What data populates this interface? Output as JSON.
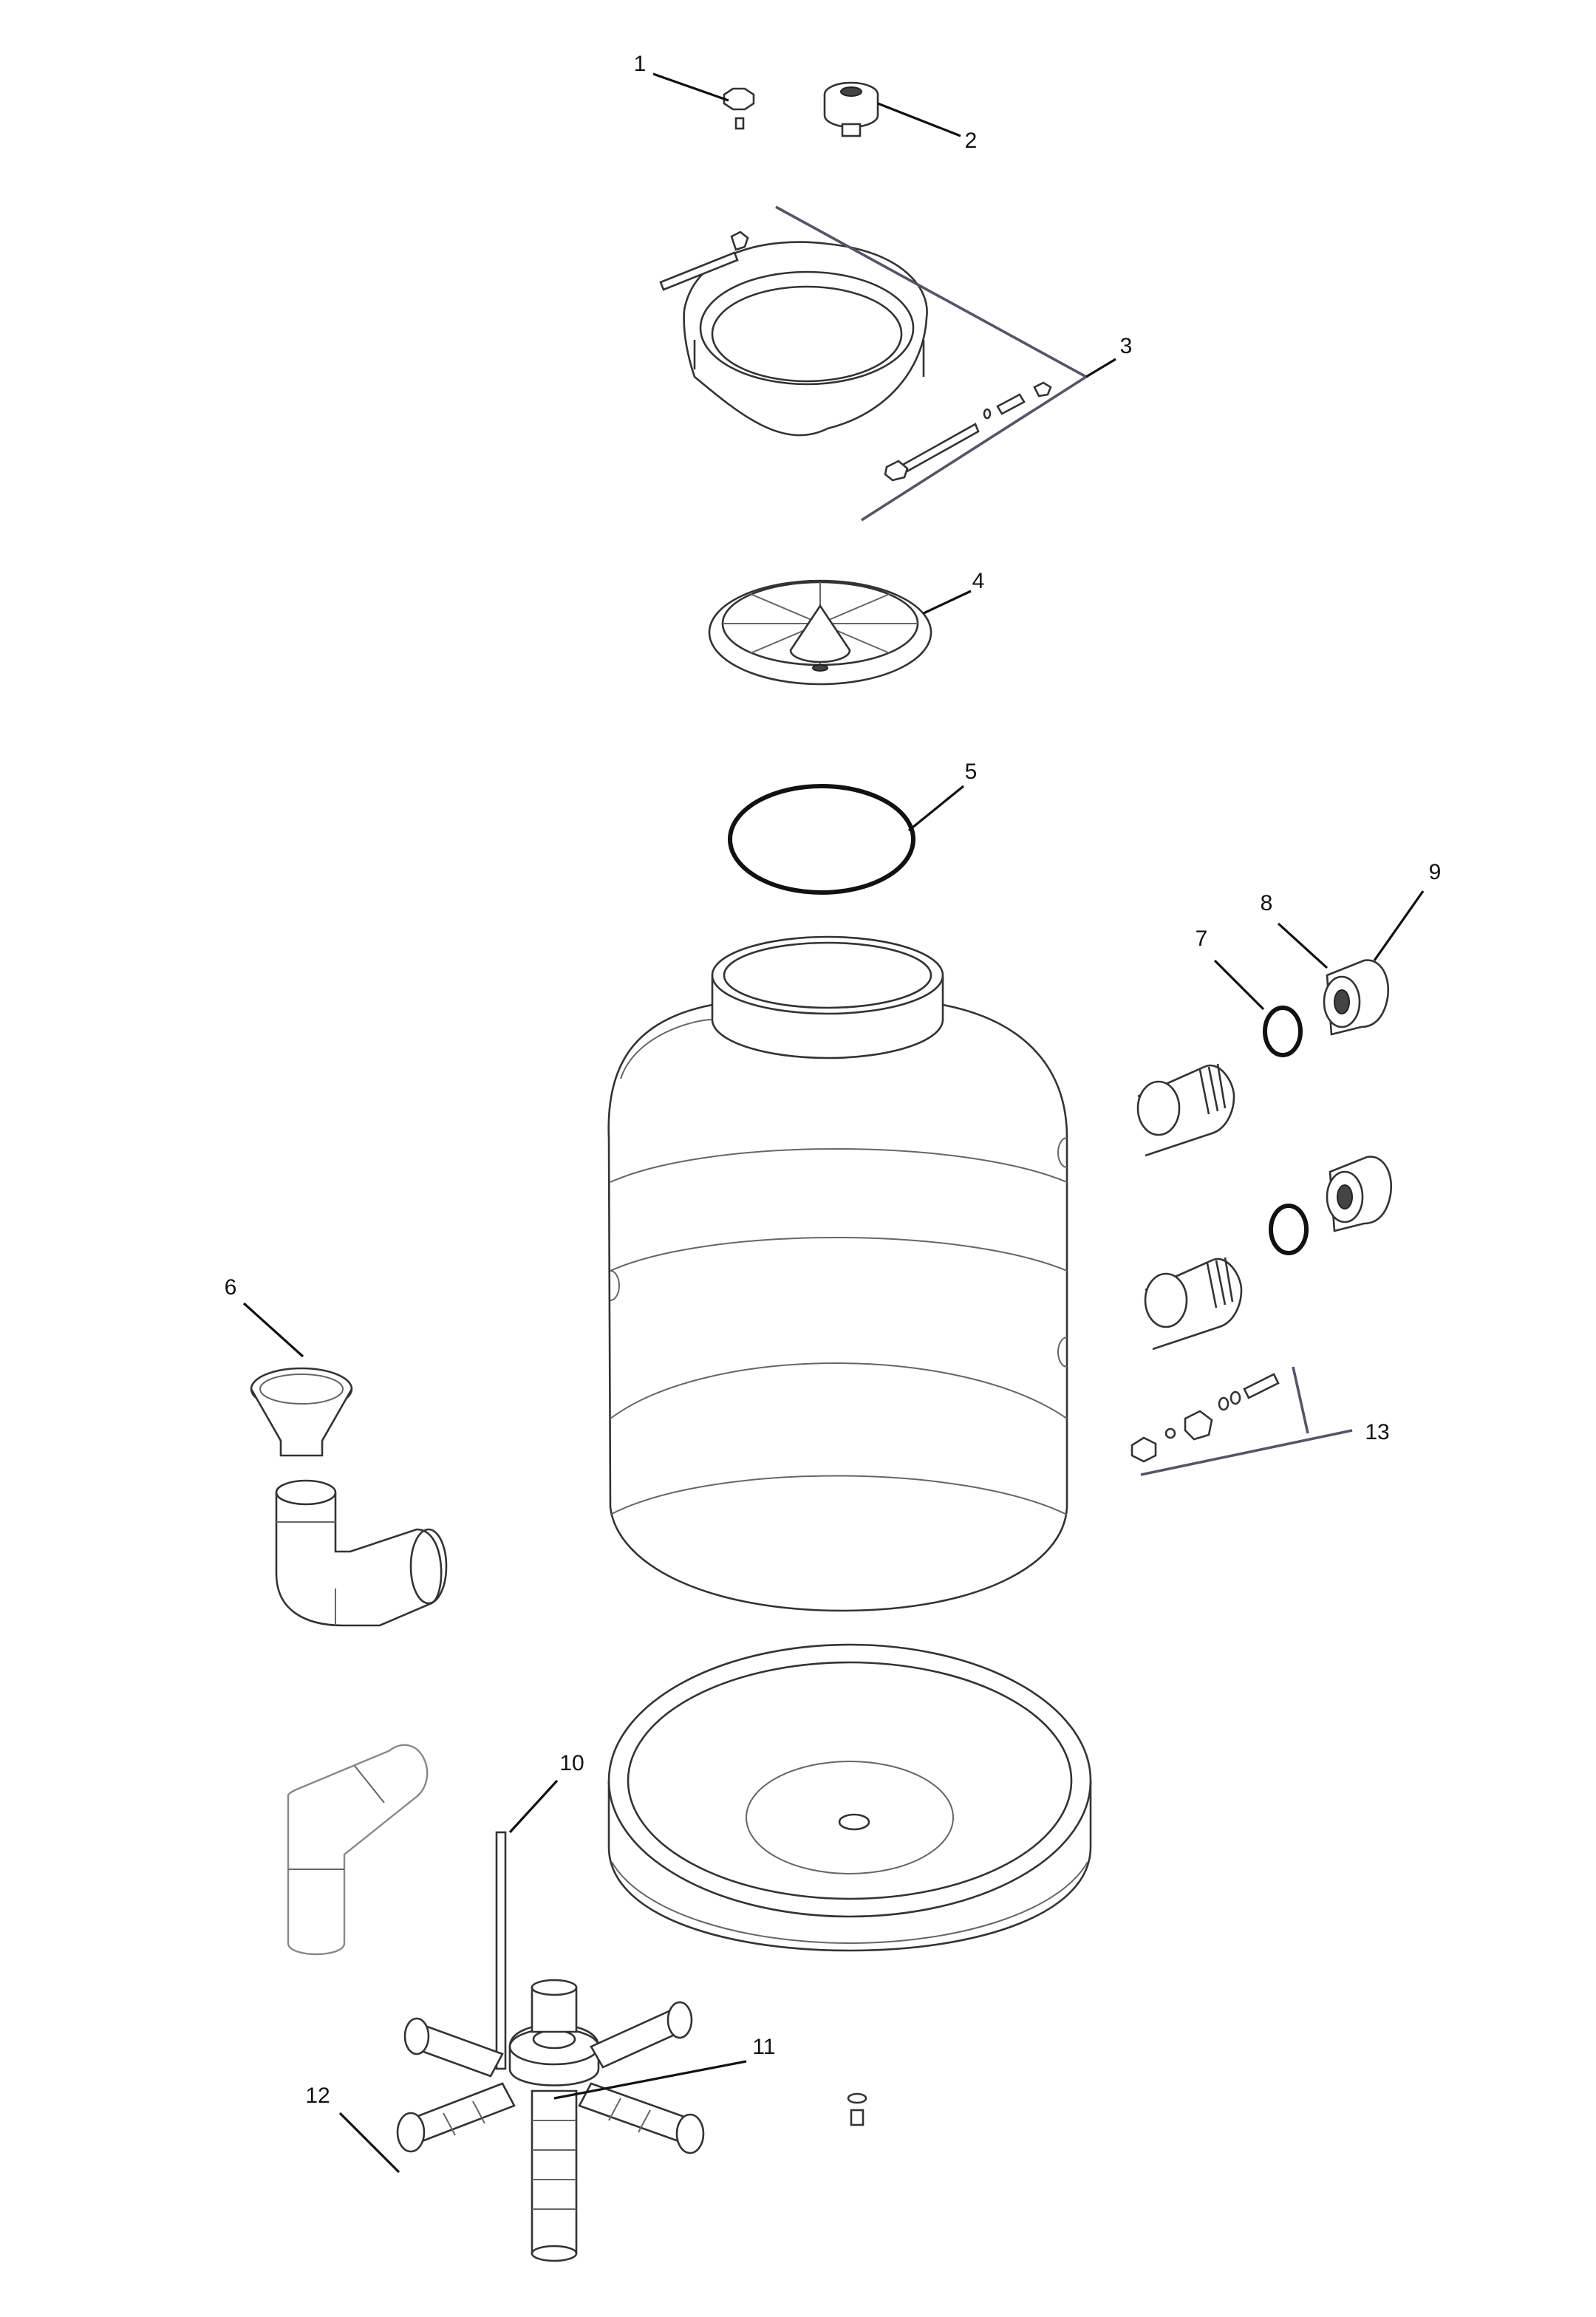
{
  "diagram": {
    "type": "exploded parts diagram",
    "callouts": [
      {
        "id": "1"
      },
      {
        "id": "2"
      },
      {
        "id": "3"
      },
      {
        "id": "4"
      },
      {
        "id": "5"
      },
      {
        "id": "6"
      },
      {
        "id": "7"
      },
      {
        "id": "8"
      },
      {
        "id": "9"
      },
      {
        "id": "10"
      },
      {
        "id": "11"
      },
      {
        "id": "12"
      },
      {
        "id": "13"
      }
    ]
  }
}
